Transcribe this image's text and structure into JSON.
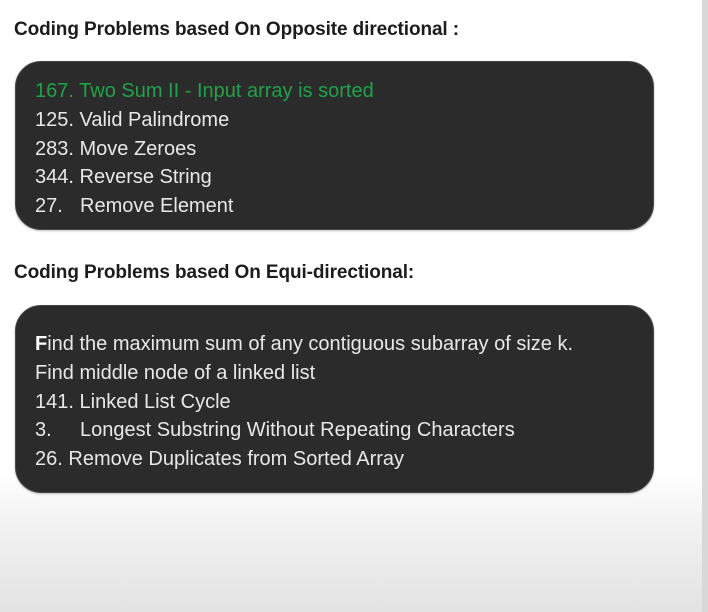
{
  "section_opposite": {
    "heading": "Coding Problems based On Opposite directional :",
    "items": [
      {
        "number": "167.",
        "title": "Two Sum II - Input array is sorted",
        "highlight_color": "#1fa24a"
      },
      {
        "number": "125.",
        "title": "Valid Palindrome"
      },
      {
        "number": "283.",
        "title": "Move Zeroes"
      },
      {
        "number": "344.",
        "title": "Reverse String"
      },
      {
        "number": "27.",
        "title": "Remove Element"
      }
    ]
  },
  "section_equi": {
    "heading": "Coding Problems based On Equi-directional:",
    "items": [
      {
        "lead": "F",
        "text": "ind the maximum sum of any contiguous subarray of size k."
      },
      {
        "text": "Find middle node of a linked list"
      },
      {
        "number": "141.",
        "title": "Linked List Cycle"
      },
      {
        "number": "3.",
        "title": "Longest Substring Without Repeating Characters"
      },
      {
        "number": "26.",
        "title": "Remove Duplicates from Sorted Array"
      }
    ]
  },
  "colors": {
    "panel_background": "#2b2b2b",
    "panel_text": "#e8e8e8",
    "highlight": "#1fa24a",
    "heading_text": "#1c1c1c"
  }
}
